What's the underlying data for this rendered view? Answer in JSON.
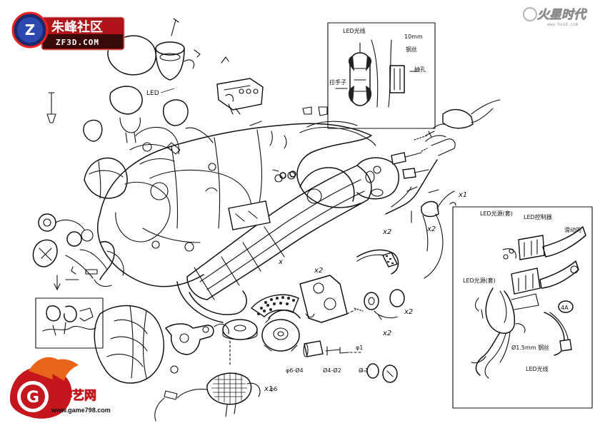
{
  "watermarks": {
    "top_left": {
      "title": "朱峰社区",
      "subtitle": "ZF3D.COM",
      "logo_glyph": "Z"
    },
    "top_right": {
      "title": "火星时代",
      "subtitle": "www.hxsd.com"
    },
    "bottom_left": {
      "title": "游艺网",
      "subtitle": "www.game798.com",
      "logo_glyph": "G"
    }
  },
  "annotations": {
    "led_main": "LED",
    "inset_top": {
      "led_wire": "LED光线",
      "wire_10mm": "10mm",
      "steel_wire": "钢丝",
      "hole_label": "抽孔",
      "left_label": "拉手子"
    },
    "inset_right": {
      "led_light_a": "LED光源(套)",
      "led_control": "LED控制器",
      "slide_label": "滑动的",
      "led_light_b": "LED光源(套)",
      "steel_15": "Ø1.5mm 钢丝",
      "led_wire_b": "LED光线",
      "badge": "4A"
    },
    "multipliers": {
      "x2_a": "x2",
      "x2_b": "x2",
      "x2_c": "x2",
      "x2_d": "x2",
      "x2_e": "x2",
      "x1_a": "x1",
      "x1_b": "x1",
      "x_c": "x"
    },
    "dims": {
      "d6_04": "φ6-Ø4",
      "d4_02": "Ø4-Ø2",
      "d6": "φ6",
      "d1": "φ1",
      "d_small": "Ø 1"
    }
  }
}
